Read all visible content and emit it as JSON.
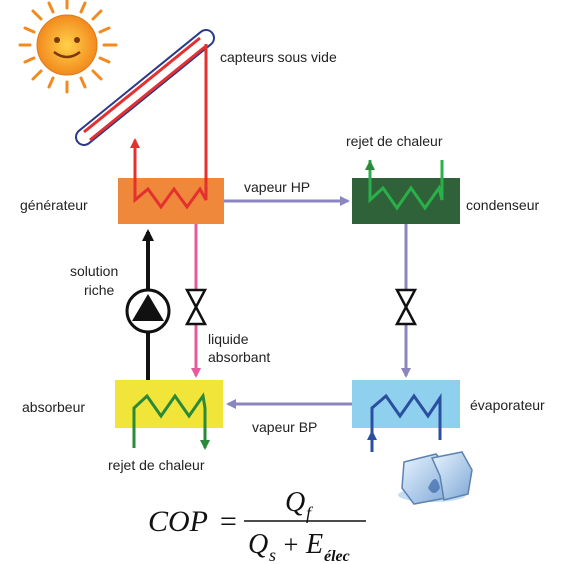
{
  "labels": {
    "collectors": "capteurs sous vide",
    "generator": "générateur",
    "condenser": "condenseur",
    "heat_rejection_top": "rejet de chaleur",
    "vapor_hp": "vapeur HP",
    "solution_line1": "solution",
    "solution_line2": "riche",
    "liquid_line1": "liquide",
    "liquid_line2": "absorbant",
    "absorber": "absorbeur",
    "evaporator": "évaporateur",
    "vapor_bp": "vapeur BP",
    "heat_rejection_bottom": "rejet de chaleur"
  },
  "formula": {
    "lhs": "COP",
    "equals": "=",
    "numerator_main": "Q",
    "numerator_sub": "f",
    "denominator_q": "Q",
    "denominator_q_sub": "s",
    "plus": "+",
    "denominator_e": "E",
    "denominator_e_sub": "élec"
  },
  "colors": {
    "generator": "#f0883c",
    "condenser": "#2f6238",
    "absorber": "#f2e53a",
    "evaporator": "#8fd0ef",
    "hot_loop": "#e53030",
    "cold_water": "#2a8a3a",
    "refrigerant": "#8a86c0",
    "absorbent": "#e8589c",
    "evap_coil": "#2a4fa0"
  }
}
